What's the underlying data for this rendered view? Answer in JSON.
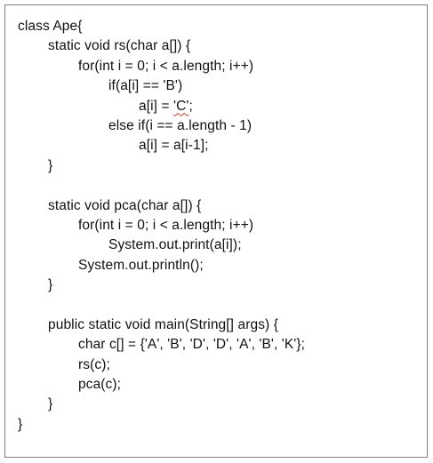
{
  "code": {
    "lines": [
      "class Ape{",
      "static void rs(char a[]) {",
      "for(int i = 0; i < a.length; i++)",
      "if(a[i] == 'B')",
      "a[i] = ",
      "'C'",
      ";",
      "else if(i == a.length - 1)",
      "a[i] = a[i-1];",
      "}",
      "static void pca(char a[]) {",
      "for(int i = 0; i < a.length; i++)",
      "System.out.print(a[i]);",
      "System.out.println();",
      "}",
      "public static void main(String[] args) {",
      "char c[] = {'A', 'B', 'D', 'D', 'A', 'B', 'K'};",
      "rs(c);",
      "pca(c);",
      "}",
      "}"
    ]
  }
}
